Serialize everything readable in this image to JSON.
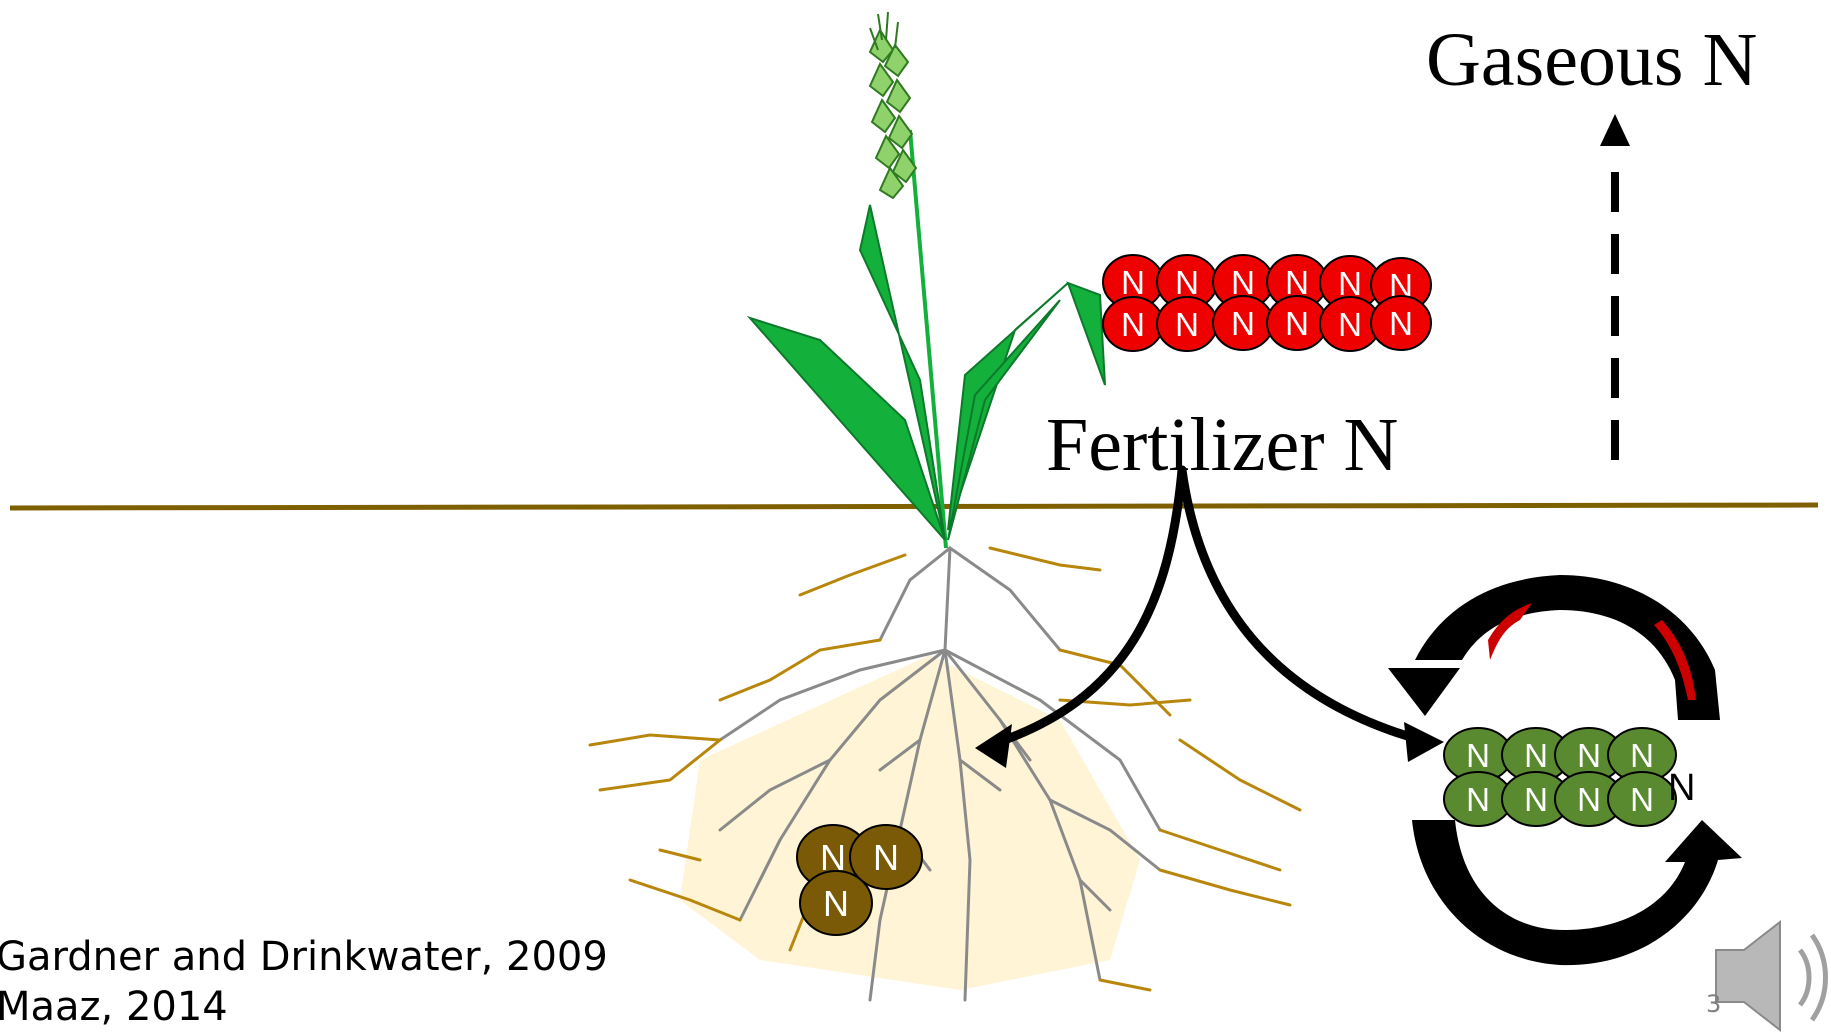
{
  "labels": {
    "gaseous_n": "Gaseous N",
    "fertilizer_n": "Fertilizer N"
  },
  "molecule_letter": "N",
  "citations": [
    "Gardner and Drinkwater, 2009",
    "Maaz, 2014"
  ],
  "page_number": "3",
  "icons": {
    "speaker": "speaker-icon"
  },
  "colors": {
    "fertilizer_n": "#ee0000",
    "soil_organic_n": "#7a5a06",
    "microbial_n": "#5a8a30",
    "soil_line": "#7f6000",
    "leaf": "#14b03c",
    "head": "#8fd16a",
    "cycle_accent": "#cc0000"
  }
}
